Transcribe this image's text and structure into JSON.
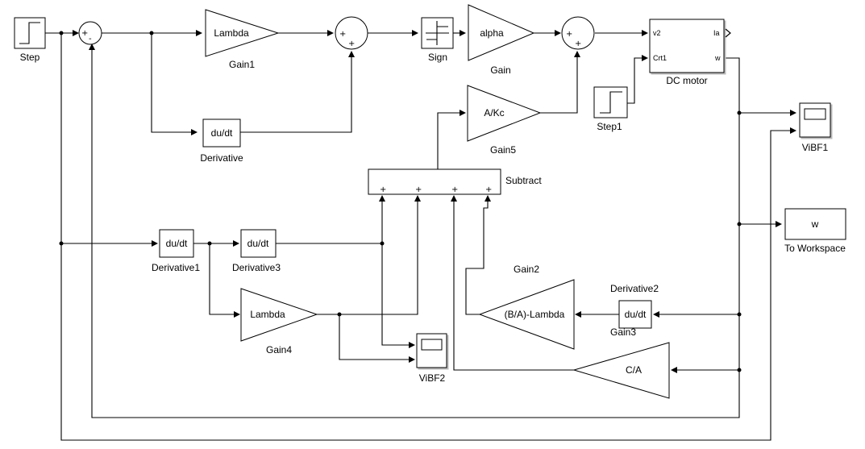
{
  "blocks": {
    "step": {
      "label": "Step"
    },
    "gain1": {
      "label": "Gain1",
      "value": "Lambda"
    },
    "derivative": {
      "label": "Derivative",
      "value": "du/dt"
    },
    "sign": {
      "label": "Sign"
    },
    "gain": {
      "label": "Gain",
      "value": "alpha"
    },
    "dc_motor": {
      "label": "DC motor",
      "in1": "v2",
      "in2": "Crt1",
      "out1": "Ia",
      "out2": "w"
    },
    "gain5": {
      "label": "Gain5",
      "value": "A/Kc"
    },
    "step1": {
      "label": "Step1"
    },
    "vibf1": {
      "label": "ViBF1"
    },
    "subtract": {
      "label": "Subtract"
    },
    "to_workspace": {
      "label": "To Workspace",
      "value": "w"
    },
    "derivative1": {
      "label": "Derivative1",
      "value": "du/dt"
    },
    "derivative3": {
      "label": "Derivative3",
      "value": "du/dt"
    },
    "gain4": {
      "label": "Gain4",
      "value": "Lambda"
    },
    "vibf2": {
      "label": "ViBF2"
    },
    "gain2": {
      "label": "Gain2",
      "value": "(B/A)-Lambda"
    },
    "derivative2": {
      "label": "Derivative2",
      "value": "du/dt"
    },
    "gain3": {
      "label": "Gain3",
      "value": "C/A"
    }
  },
  "signs": {
    "plus": "+",
    "minus": "-"
  }
}
